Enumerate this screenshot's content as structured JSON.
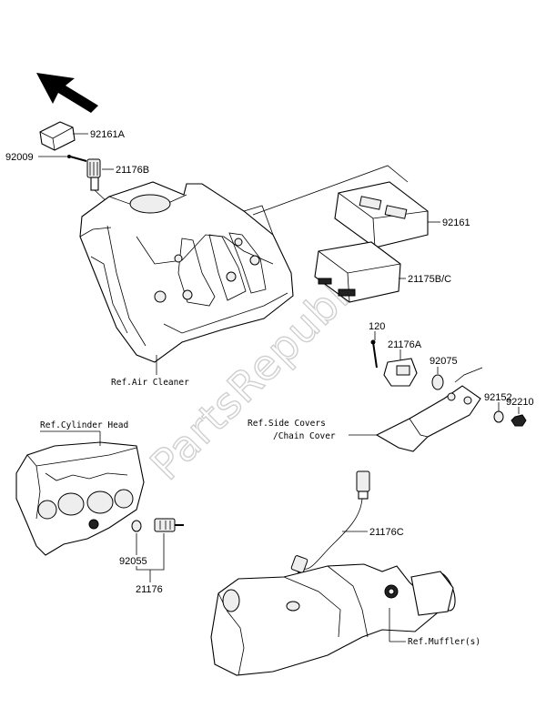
{
  "watermark": "PartsRepublik",
  "part_labels": {
    "p92161A": "92161A",
    "p92009": "92009",
    "p21176B": "21176B",
    "p92161": "92161",
    "p21175BC": "21175B/C",
    "p120": "120",
    "p21176A": "21176A",
    "p92075": "92075",
    "p92152": "92152",
    "p92210": "92210",
    "p21176C": "21176C",
    "p92055": "92055",
    "p21176": "21176"
  },
  "ref_labels": {
    "air_cleaner": "Ref.Air Cleaner",
    "cylinder_head": "Ref.Cylinder Head",
    "side_covers_1": "Ref.Side Covers",
    "side_covers_2": "/Chain Cover",
    "muffler": "Ref.Muffler(s)"
  }
}
